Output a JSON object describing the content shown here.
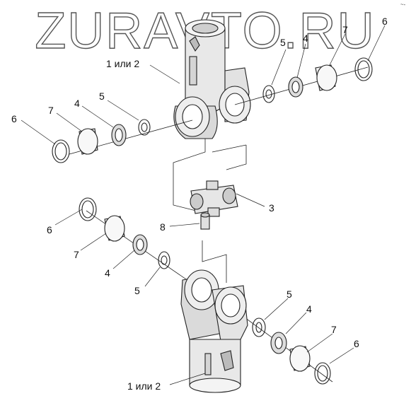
{
  "watermark": {
    "text": "ZURAVTO.RU"
  },
  "corner_mark": "~-",
  "callouts": {
    "yoke_top": "1 или 2",
    "yoke_bottom": "1 или 2",
    "cross": "3",
    "grease_fitting": "8",
    "seal": "4",
    "washer": "5",
    "circlip": "6",
    "bearing": "7"
  }
}
